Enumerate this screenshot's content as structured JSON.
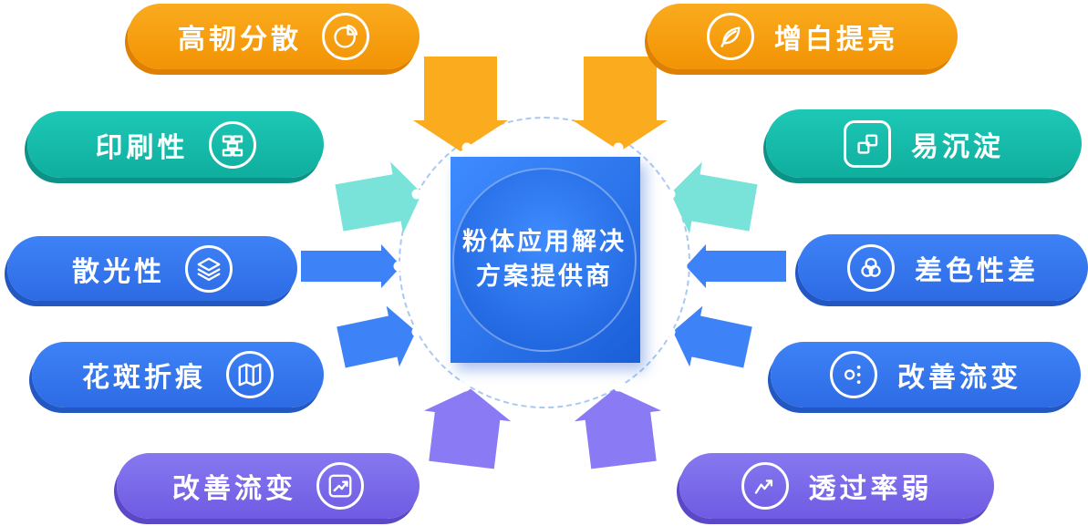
{
  "title": "粉体应用解决方案提供商",
  "center": {
    "line1": "粉体应用解决",
    "line2": "方案提供商"
  },
  "left_items": [
    {
      "label": "高韧分散",
      "icon": "pie-chart-icon",
      "color": "orange"
    },
    {
      "label": "印刷性",
      "icon": "print-blocks-icon",
      "color": "teal"
    },
    {
      "label": "散光性",
      "icon": "layers-icon",
      "color": "blue"
    },
    {
      "label": "花斑折痕",
      "icon": "map-icon",
      "color": "blue"
    },
    {
      "label": "改善流变",
      "icon": "trend-up-icon",
      "color": "purple"
    }
  ],
  "right_items": [
    {
      "label": "增白提亮",
      "icon": "leaf-icon",
      "color": "orange"
    },
    {
      "label": "易沉淀",
      "icon": "puzzle-icon",
      "color": "teal"
    },
    {
      "label": "差色性差",
      "icon": "overlap-circles-icon",
      "color": "blue"
    },
    {
      "label": "改善流变",
      "icon": "branch-dots-icon",
      "color": "blue"
    },
    {
      "label": "透过率弱",
      "icon": "line-chart-icon",
      "color": "purple"
    }
  ],
  "colors": {
    "orange": "#FAAB1E",
    "orangeDeep": "#F29304",
    "orangeShadow": "#DE8103",
    "teal": "#1EC8B6",
    "tealDeep": "#0FAE9E",
    "tealShadow": "#0C9287",
    "tealLight": "#79E3D9",
    "blue": "#3E82F7",
    "blueDeep": "#2D6BE4",
    "blueShadow": "#2357C2",
    "purple": "#8678F0",
    "purpleDeep": "#6F5BE3",
    "purpleShadow": "#5B48C6",
    "purpleLight": "#8A7BF5",
    "centerLight": "#3E8BFF",
    "centerDeep": "#1B5FD8",
    "orbit": "#A9C9F2"
  }
}
